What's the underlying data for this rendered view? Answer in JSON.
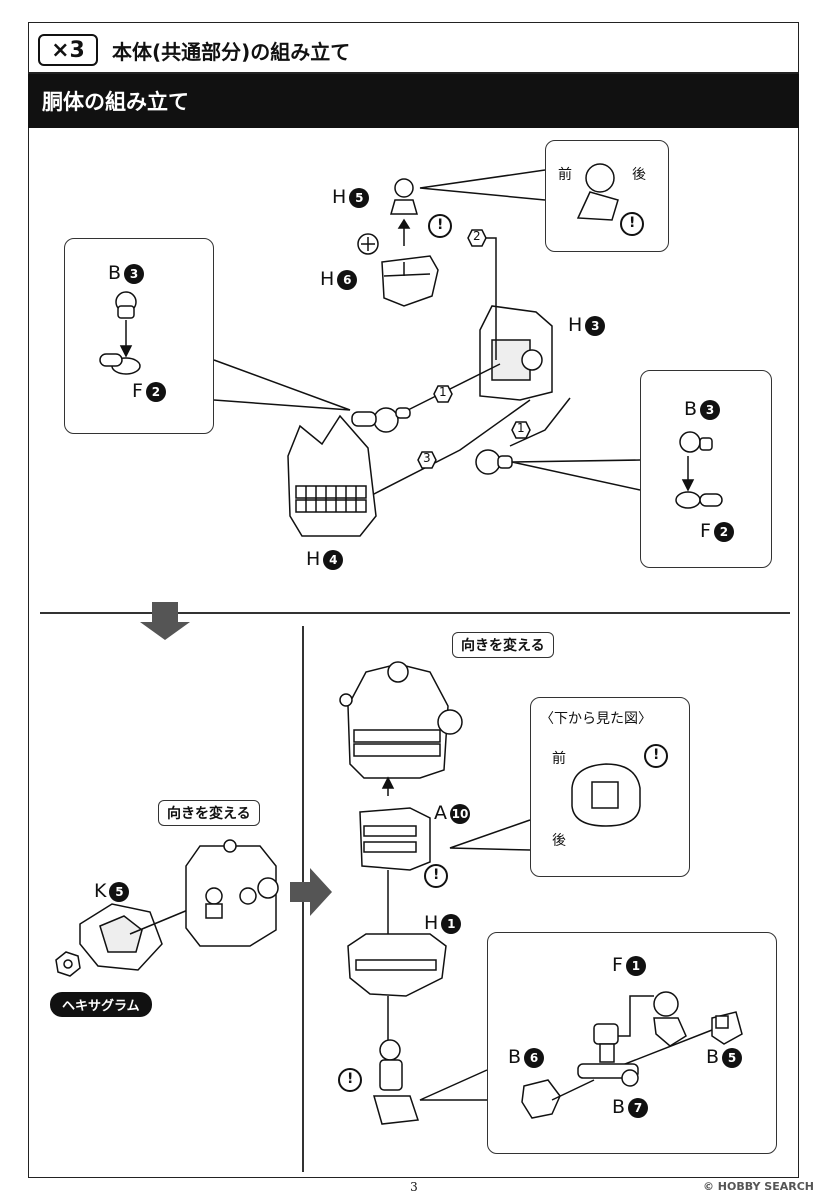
{
  "header": {
    "step_badge": "×3",
    "title": "本体(共通部分)の組み立て",
    "section": "胴体の組み立て"
  },
  "labels": {
    "h5": "H",
    "h5_num": "5",
    "h6": "H",
    "h6_num": "6",
    "h3": "H",
    "h3_num": "3",
    "h4": "H",
    "h4_num": "4",
    "b3_left": "B",
    "b3_left_num": "3",
    "f2_left": "F",
    "f2_left_num": "2",
    "b3_right": "B",
    "b3_right_num": "3",
    "f2_right": "F",
    "f2_right_num": "2",
    "k5": "K",
    "k5_num": "5",
    "a10": "A",
    "a10_num": "10",
    "h1": "H",
    "h1_num": "1",
    "f1": "F",
    "f1_num": "1",
    "b6": "B",
    "b6_num": "6",
    "b5": "B",
    "b5_num": "5",
    "b7": "B",
    "b7_num": "7"
  },
  "steps": {
    "s1a": "1",
    "s1b": "1",
    "s2": "2",
    "s3": "3"
  },
  "callouts": {
    "front": "前",
    "back": "後",
    "bottom_view": "〈下から見た図〉",
    "front2": "前",
    "back2": "後"
  },
  "tags": {
    "turn_around_1": "向きを変える",
    "turn_around_2": "向きを変える",
    "hexagram": "ヘキサグラム"
  },
  "caution": "!",
  "footer": {
    "page": "3",
    "watermark": "© HOBBY SEARCH"
  }
}
